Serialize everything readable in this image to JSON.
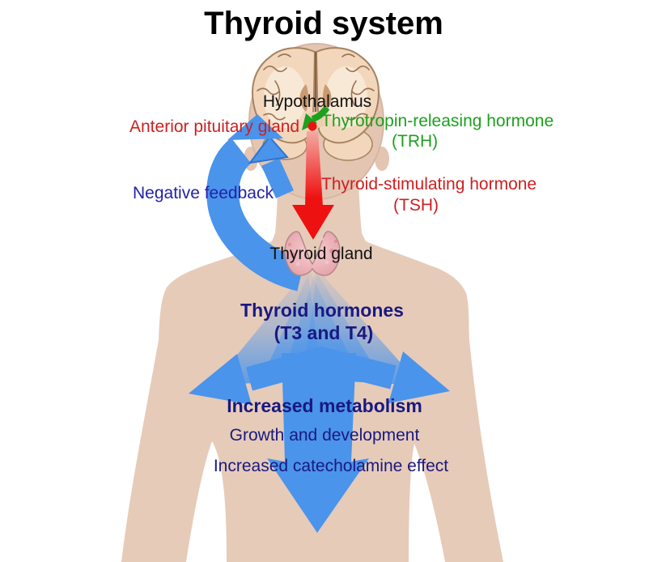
{
  "title": "Thyroid system",
  "labels": {
    "hypothalamus": "Hypothalamus",
    "anterior_pituitary": "Anterior pituitary gland",
    "trh_line1": "Thyrotropin-releasing hormone",
    "trh_line2": "(TRH)",
    "negative_feedback": "Negative feedback",
    "tsh_line1": "Thyroid-stimulating hormone",
    "tsh_line2": "(TSH)",
    "thyroid_gland": "Thyroid gland",
    "thyroid_hormones_line1": "Thyroid hormones",
    "thyroid_hormones_line2": "(T3 and T4)",
    "increased_metabolism": "Increased metabolism",
    "growth_development": "Growth and development",
    "catecholamine": "Increased catecholamine effect"
  },
  "colors": {
    "title_text": "#000000",
    "navy_text": "#191980",
    "feedback_text": "#2222aa",
    "red_text": "#cd2020",
    "green_text": "#1ea01e",
    "red_arrow": "#ee1111",
    "blue_arrow": "#4a94eb",
    "blue_arrow_dark": "#2e74cf",
    "body": "#e6cbb9",
    "head": "#e3c5b2",
    "head_line": "#d6b7a2",
    "brain_cortex": "#f2d7bd",
    "brain_inner": "#f8e9d6",
    "brain_line": "#a5835f",
    "brain_sulci": "#9b7352",
    "thyroid_pink": "#eaabb0",
    "thyroid_line": "#b5888b"
  }
}
